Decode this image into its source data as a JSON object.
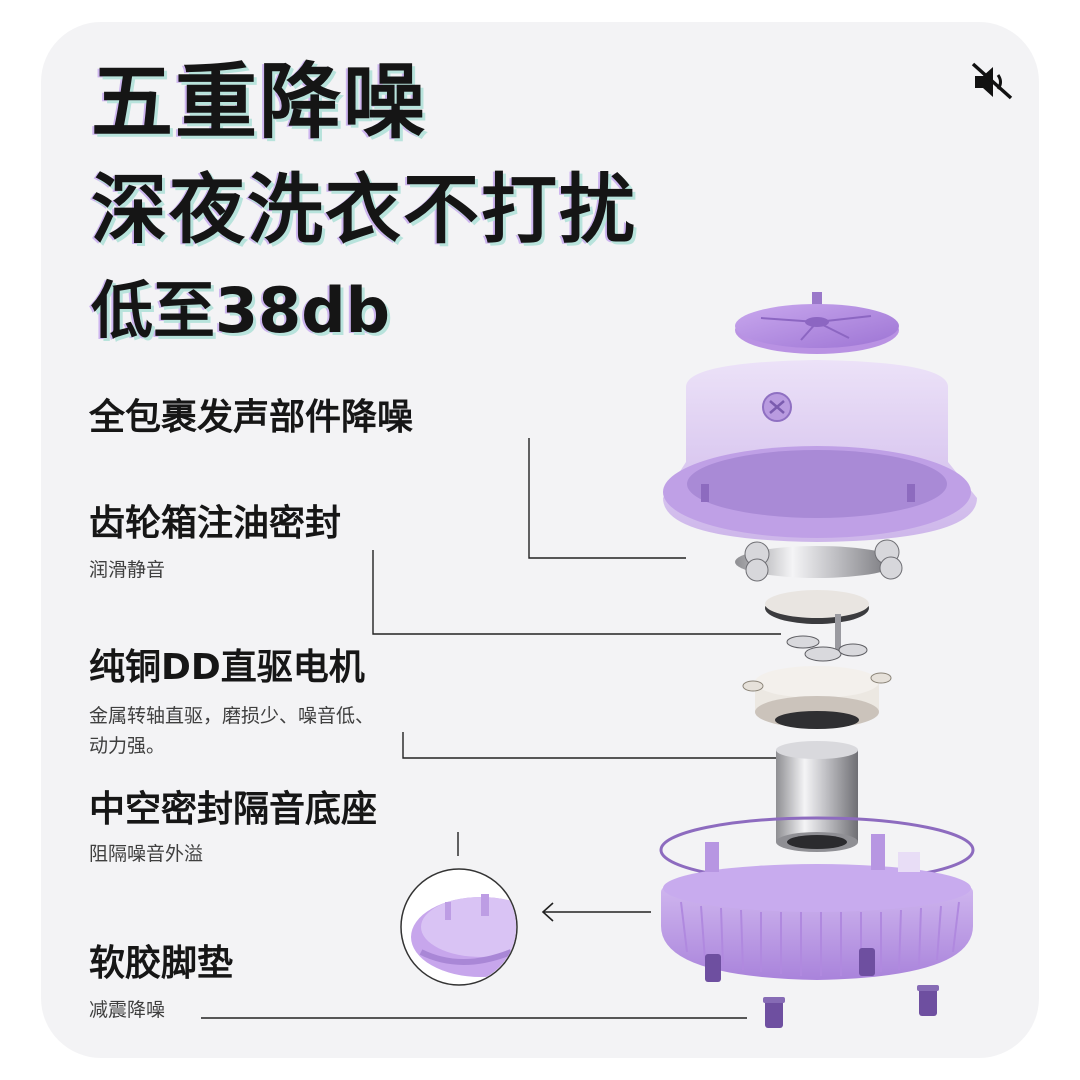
{
  "headline": {
    "line1": "五重降噪",
    "line2": "深夜洗衣不打扰",
    "line3": "低至38db"
  },
  "features": [
    {
      "title": "全包裹发声部件降噪",
      "desc": ""
    },
    {
      "title": "齿轮箱注油密封",
      "desc": "润滑静音"
    },
    {
      "title": "纯铜DD直驱电机",
      "desc": "金属转轴直驱，磨损少、噪音低、",
      "desc2": "动力强。"
    },
    {
      "title": "中空密封隔音底座",
      "desc": "阻隔噪音外溢"
    },
    {
      "title": "软胶脚垫",
      "desc": "减震降噪"
    }
  ],
  "icons": {
    "mute": "speaker-muted-icon",
    "arrow": "arrow-left-icon"
  },
  "colors": {
    "background": "#f3f3f5",
    "purple": "#c9b1e8",
    "purple_dark": "#9a78c9",
    "text": "#151515"
  }
}
